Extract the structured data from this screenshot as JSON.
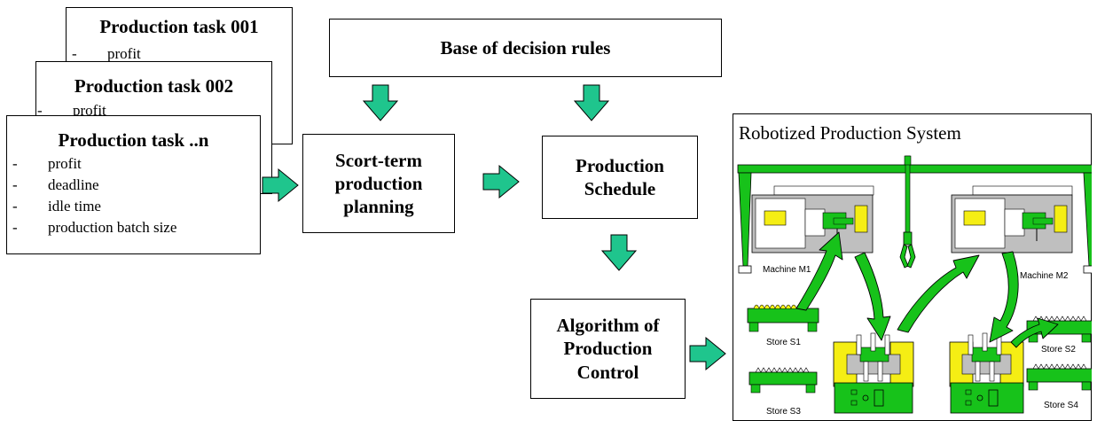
{
  "tasks": [
    {
      "title": "Production task 001",
      "items": [
        "profit"
      ]
    },
    {
      "title": "Production task 002",
      "items": [
        "profit"
      ]
    },
    {
      "title": "Production task ..n",
      "items": [
        "profit",
        "deadline",
        "idle time",
        "production batch size"
      ]
    }
  ],
  "rules_box": "Base of decision rules",
  "planning_box": "Scort-term\nproduction\nplanning",
  "schedule_box": "Production\nSchedule",
  "control_box": "Algorithm of\nProduction\nControl",
  "robot_system": {
    "title": "Robotized Production System",
    "machines": [
      "Machine M1",
      "Machine M2"
    ],
    "stores": [
      "Store S1",
      "Store S2",
      "Store S3",
      "Store S4"
    ]
  },
  "colors": {
    "arrow": "#1fc58d",
    "frame": "#17c21a",
    "yellow": "#f5ee14",
    "grey": "#bfbfbf"
  }
}
